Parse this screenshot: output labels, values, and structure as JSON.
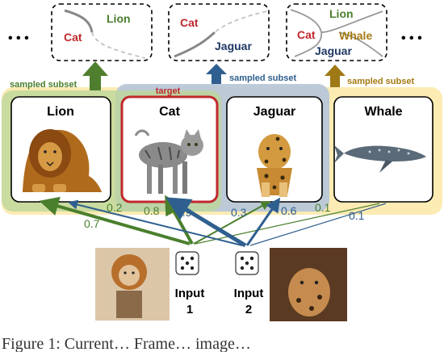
{
  "top_row": {
    "left_ellipsis": "• • •",
    "right_ellipsis": "• • •",
    "boxes": [
      {
        "labels": [
          "Lion",
          "Cat"
        ]
      },
      {
        "labels": [
          "Cat",
          "Jaguar"
        ]
      },
      {
        "labels": [
          "Lion",
          "Cat",
          "Whale",
          "Jaguar"
        ]
      }
    ]
  },
  "subset_labels": {
    "green": "sampled subset",
    "blue": "sampled subset",
    "gold": "sampled subset",
    "target": "target"
  },
  "classes": [
    "Lion",
    "Cat",
    "Jaguar",
    "Whale"
  ],
  "edge_weights": {
    "green": [
      "0.7",
      "0.2",
      "0.8"
    ],
    "blue": [
      "0.9",
      "0.3"
    ],
    "thin": [
      "0.6",
      "0.1",
      "0.1"
    ]
  },
  "inputs": [
    {
      "label": "Input",
      "number": "1"
    },
    {
      "label": "Input",
      "number": "2"
    }
  ],
  "caption": "Figure 1: Current… Frame… image…",
  "colors": {
    "green": "#4a7f2d",
    "blue": "#2f5f8f",
    "gold": "#a57a12",
    "red": "#c0282d",
    "navy": "#1f3864"
  }
}
